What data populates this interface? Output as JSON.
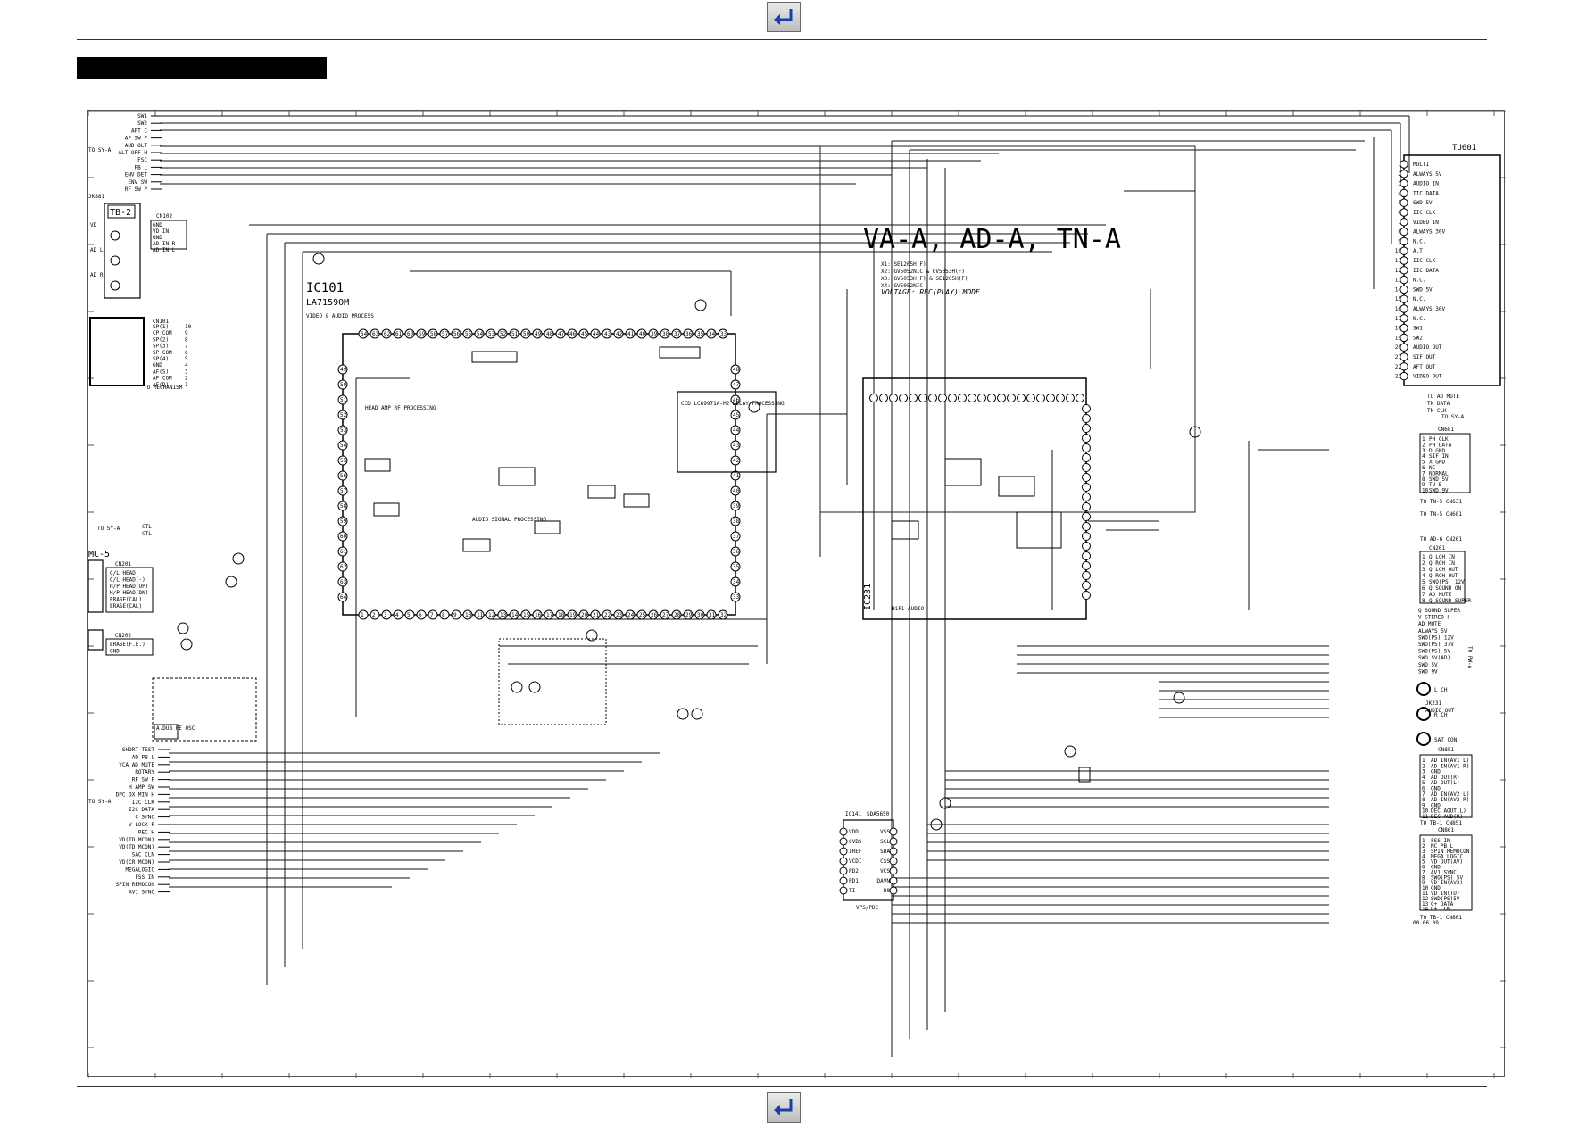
{
  "nav": {
    "top_icon": "return-arrow-icon",
    "bottom_icon": "return-arrow-icon"
  },
  "board": {
    "title": "VA-A, AD-A, TN-A",
    "x_notes": [
      "X1: SE1205H(F)",
      "X2: GV5052NIC & GV5053H(F)",
      "X3: GV5053H(F) & SE1205H(F)",
      "X4: GV5052NIC"
    ],
    "voltage_note": "VOLTAGE: REC(PLAY) MODE",
    "date": "00.06.09"
  },
  "ic101": {
    "ref": "IC101",
    "part": "LA71590M",
    "desc": "VIDEO & AUDIO PROCESS"
  },
  "ic231": {
    "ref": "IC231",
    "desc": "HiFi AUDIO"
  },
  "ic141": {
    "ref": "IC141",
    "part": "SDA5650",
    "pins_left": [
      "VDD",
      "CVBS",
      "IREF",
      "VCDI",
      "PD2",
      "PD1",
      "TI"
    ],
    "pins_right": [
      "VSS",
      "SCL",
      "SDA",
      "CSS",
      "VCS",
      "DAVN",
      "D8"
    ],
    "label": "VPS/PDC"
  },
  "tu601": {
    "ref": "TU601",
    "pins": [
      "MULTI",
      "ALWAYS 5V",
      "AUDIO IN",
      "IIC DATA",
      "SWD 5V",
      "IIC CLK",
      "VIDEO IN",
      "ALWAYS 30V",
      "N.C.",
      "A.T",
      "IIC CLK",
      "IIC DATA",
      "N.C.",
      "SWD 5V",
      "N.C.",
      "ALWAYS 30V",
      "N.C.",
      "SW1",
      "SW2",
      "AUDIO OUT",
      "SIF OUT",
      "AFT OUT",
      "VIDEO OUT"
    ]
  },
  "left_top_signals": {
    "to": "TO SY-A",
    "labels": [
      "SW1",
      "SW2",
      "AFT C",
      "AF SW P",
      "AUD OLT",
      "ALT OFF H",
      "FSC",
      "PB L",
      "ENV DET",
      "ENV SW",
      "RF SW P"
    ]
  },
  "jk881": {
    "ref": "JK881",
    "board": "TB-2",
    "cn": "CN102",
    "pins": [
      "GND",
      "VD IN",
      "GND",
      "AD IN R",
      "AD IN L"
    ],
    "jacks": [
      "VD",
      "AD L",
      "AD R"
    ]
  },
  "cn101": {
    "ref": "CN101",
    "to": "TO MECHANISM",
    "pins": [
      "SP(1)",
      "CP COM",
      "SP(2)",
      "SP(3)",
      "SP COM",
      "SP(4)",
      "GND",
      "AF(S)",
      "AF COM",
      "AF(D)"
    ]
  },
  "sy_ctl": {
    "to": "TO SY-A",
    "labels": [
      "CTL",
      "CTL"
    ]
  },
  "mc5": {
    "ref": "MC-5",
    "cn201": "CN201",
    "pins": [
      "C/L HEAD",
      "C/L HEAD(-)",
      "H/P HEAD(UP)",
      "H/P HEAD(DN)",
      "ERASE(CAL)",
      "ERASE(CAL)"
    ],
    "cn202": "CN202",
    "pins2": [
      "ERASE(F.E.)",
      "GND"
    ]
  },
  "adub": {
    "label": "A.DUB FE OSC"
  },
  "left_bottom_signals": {
    "to": "TO SY-A",
    "labels": [
      "SHORT TEST",
      "AD PB L",
      "YCA AD MUTE",
      "ROTARY",
      "RF SW P",
      "H AMP SW",
      "DPC DX MIN H",
      "I2C CLK",
      "I2C DATA",
      "C SYNC",
      "V LOCK P",
      "REC H",
      "VD(TD MCON)",
      "VD(TD MCON)",
      "SAC CLN",
      "VD(CR MCON)",
      "MEGALOGIC",
      "FSS IN",
      "SPIN REMOCON",
      "AV1 SYNC"
    ]
  },
  "right_signals": {
    "to": "TO SY-A",
    "labels": [
      "TU AD MUTE",
      "TN DATA",
      "TN CLK"
    ]
  },
  "cn681": {
    "ref": "CN681",
    "pins": [
      "PH CLK",
      "PH DATA",
      "D GND",
      "SIF IN",
      "X GND",
      "NC",
      "NORMAL",
      "SWD 5V",
      "TU B",
      "SWD 9V"
    ],
    "to": "TO TN-5 CN631"
  },
  "cn261": {
    "ref": "CN261",
    "from": "TO AD-6 CN261",
    "pins": [
      "Q LCH IN",
      "Q RCH IN",
      "Q LCH OUT",
      "Q RCH OUT",
      "SWO(PS) 12V",
      "Q SOUND ON",
      "AD MUTE",
      "Q SOUND SUPER"
    ],
    "x4_note": "TO TN-5 CN681"
  },
  "right_mid_signals": {
    "labels": [
      "Q SOUND SUPER",
      "V STEREO H",
      "AD MUTE",
      "ALWAYS 5V",
      "SWO(PS) 12V",
      "SWO(PS) 37V",
      "SWO(PS) 5V",
      "SWO SV(AD)",
      "SWD 5V",
      "SWD 9V"
    ],
    "to": "TO PW-A"
  },
  "jk231": {
    "ref": "JK231",
    "label": "AUDIO OUT",
    "jacks": [
      "L CH",
      "R CH",
      "SAT CON"
    ]
  },
  "cn851": {
    "ref": "CN851",
    "pins": [
      "AD IN(AV1 L)",
      "AD IN(AV1 R)",
      "GND",
      "AD OUT(R)",
      "AD OUT(L)",
      "GND",
      "AD IN(AV2 L)",
      "AD IN(AV2 R)",
      "GND",
      "DEC AOUT(L)",
      "DEC AUD(R)"
    ],
    "to": "TO TB-1 CN851"
  },
  "cn861": {
    "ref": "CN861",
    "pins": [
      "FSS IN",
      "NC PB L",
      "SPIN REMOCON",
      "MEGA LOGIC",
      "VD OUT(AV)",
      "GND",
      "AV1 SYNC",
      "SWO(PS) 5V",
      "VD IN(AV2)",
      "GND",
      "VD IN(TU)",
      "SWD(PS)5V",
      "C+ DATA",
      "C+ CLK"
    ],
    "to": "TO TB-1 CN861"
  },
  "delay": {
    "label": "CCD LC89971A-M2 DELAY PROCESSING"
  },
  "audio_sig": {
    "label": "AUDIO SIGNAL PROCESSING"
  },
  "hiamp": {
    "label": "HEAD AMP RF PROCESSING"
  }
}
